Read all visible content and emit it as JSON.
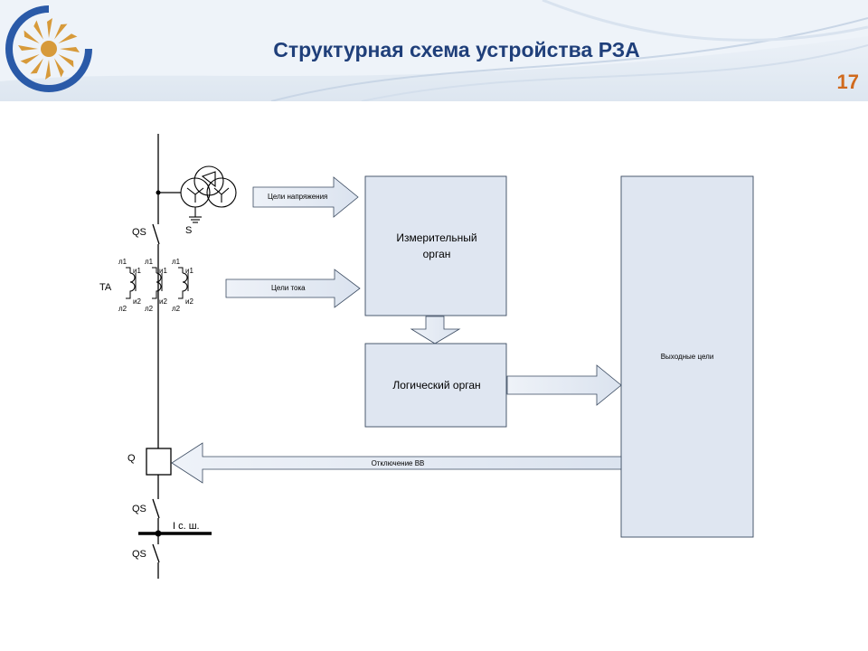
{
  "header": {
    "title": "Структурная схема устройства РЗА",
    "page_number": "17"
  },
  "diagram": {
    "blocks": {
      "measuring": "Измерительный орган",
      "measuring_line1": "Измерительный",
      "measuring_line2": "орган",
      "logic": "Логический орган",
      "output": "Выходные цели"
    },
    "arrows": {
      "voltage": "Цели напряжения",
      "current": "Цели тока",
      "trip": "Отключение ВВ"
    },
    "labels": {
      "qs_top": "QS",
      "s": "S",
      "ta": "TA",
      "q": "Q",
      "qs_mid": "QS",
      "busbar": "I с. ш.",
      "qs_bottom": "QS",
      "l1": "л1",
      "i1": "и1",
      "i2": "и2",
      "l2": "л2"
    }
  }
}
